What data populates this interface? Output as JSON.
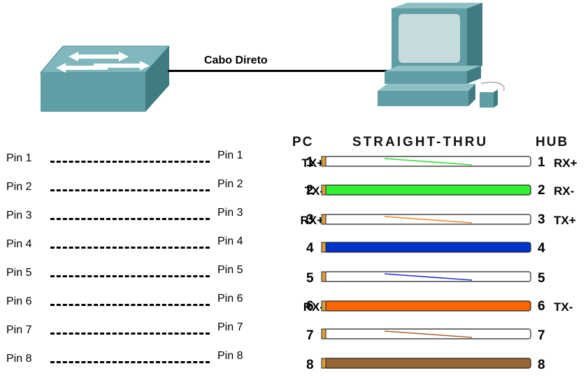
{
  "top": {
    "cable_label": "Cabo Direto",
    "colors": {
      "device_teal": "#5f9ea4",
      "device_dark": "#3f7b80",
      "screen": "#c7dadc"
    }
  },
  "left_pins": [
    {
      "left": "Pin 1",
      "right": "Pin 1"
    },
    {
      "left": "Pin 2",
      "right": "Pin 2"
    },
    {
      "left": "Pin 3",
      "right": "Pin 3"
    },
    {
      "left": "Pin 4",
      "right": "Pin 4"
    },
    {
      "left": "Pin 5",
      "right": "Pin 5"
    },
    {
      "left": "Pin 6",
      "right": "Pin 6"
    },
    {
      "left": "Pin 7",
      "right": "Pin 7"
    },
    {
      "left": "Pin 8",
      "right": "Pin 8"
    }
  ],
  "right": {
    "header_left": "PC",
    "header_center": "STRAIGHT-THRU",
    "header_right": "HUB",
    "rows": [
      {
        "sig_left": "TX+",
        "num_left": "1",
        "num_right": "1",
        "sig_right": "RX+",
        "style": "stripe",
        "color": "#33dd33"
      },
      {
        "sig_left": "TX-",
        "num_left": "2",
        "num_right": "2",
        "sig_right": "RX-",
        "style": "solid",
        "color": "#33ee33"
      },
      {
        "sig_left": "RX+",
        "num_left": "3",
        "num_right": "3",
        "sig_right": "TX+",
        "style": "stripe",
        "color": "#ee8833"
      },
      {
        "sig_left": "",
        "num_left": "4",
        "num_right": "4",
        "sig_right": "",
        "style": "solid",
        "color": "#0033cc"
      },
      {
        "sig_left": "",
        "num_left": "5",
        "num_right": "5",
        "sig_right": "",
        "style": "stripe",
        "color": "#2233cc"
      },
      {
        "sig_left": "RX-",
        "num_left": "6",
        "num_right": "6",
        "sig_right": "TX-",
        "style": "solid",
        "color": "#ff6600"
      },
      {
        "sig_left": "",
        "num_left": "7",
        "num_right": "7",
        "sig_right": "",
        "style": "stripe",
        "color": "#aa6633"
      },
      {
        "sig_left": "",
        "num_left": "8",
        "num_right": "8",
        "sig_right": "",
        "style": "solid",
        "color": "#996633"
      }
    ]
  }
}
